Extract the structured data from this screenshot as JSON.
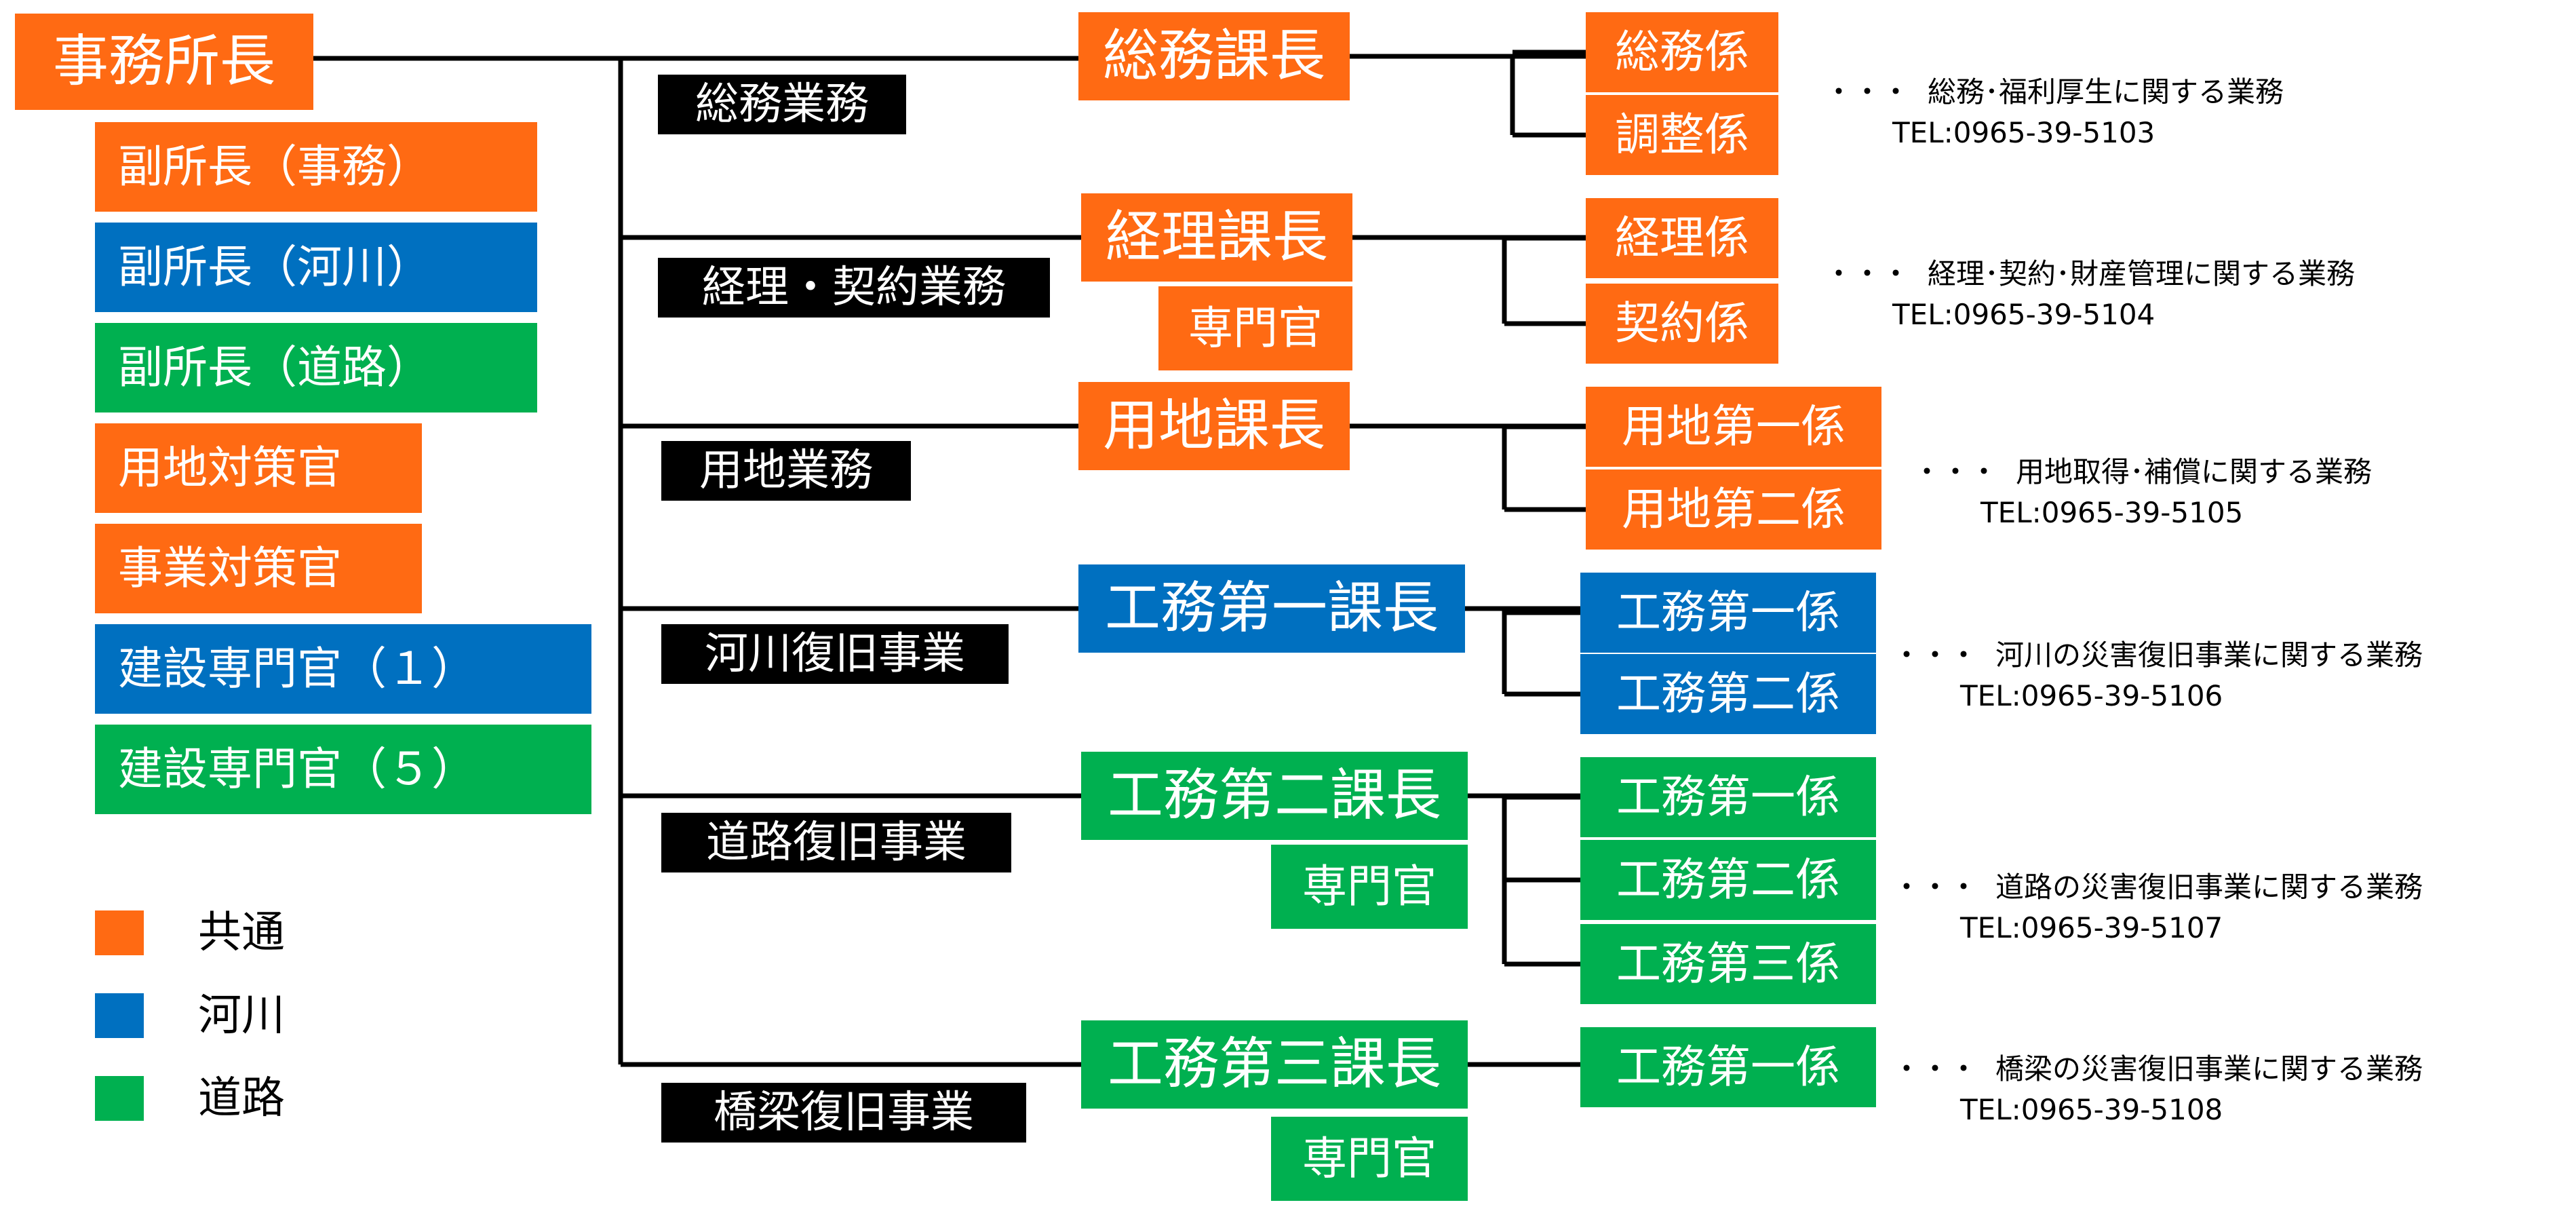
{
  "colors": {
    "common": "#ff6a13",
    "river": "#0070c0",
    "road": "#00b050",
    "business": "#000000"
  },
  "head": {
    "title": "事務所長"
  },
  "deputies": [
    {
      "label": "副所長（事務）",
      "color": "orange"
    },
    {
      "label": "副所長（河川）",
      "color": "blue"
    },
    {
      "label": "副所長（道路）",
      "color": "green"
    },
    {
      "label": "用地対策官",
      "color": "orange"
    },
    {
      "label": "事業対策官",
      "color": "orange"
    },
    {
      "label": "建設専門官（１）",
      "color": "blue"
    },
    {
      "label": "建設専門官（５）",
      "color": "green"
    }
  ],
  "legend": [
    {
      "label": "共通",
      "color": "orange"
    },
    {
      "label": "河川",
      "color": "blue"
    },
    {
      "label": "道路",
      "color": "green"
    }
  ],
  "departments": [
    {
      "business": "総務業務",
      "chief": "総務課長",
      "color": "orange",
      "specialist": null,
      "sections": [
        "総務係",
        "調整係"
      ],
      "note": {
        "dots": "・・・",
        "desc": "総務･福利厚生に関する業務",
        "tel": "TEL:0965-39-5103"
      }
    },
    {
      "business": "経理・契約業務",
      "chief": "経理課長",
      "color": "orange",
      "specialist": "専門官",
      "sections": [
        "経理係",
        "契約係"
      ],
      "note": {
        "dots": "・・・",
        "desc": "経理･契約･財産管理に関する業務",
        "tel": "TEL:0965-39-5104"
      }
    },
    {
      "business": "用地業務",
      "chief": "用地課長",
      "color": "orange",
      "specialist": null,
      "sections": [
        "用地第一係",
        "用地第二係"
      ],
      "note": {
        "dots": "・・・",
        "desc": "用地取得･補償に関する業務",
        "tel": "TEL:0965-39-5105"
      }
    },
    {
      "business": "河川復旧事業",
      "chief": "工務第一課長",
      "color": "blue",
      "specialist": null,
      "sections": [
        "工務第一係",
        "工務第二係"
      ],
      "note": {
        "dots": "・・・",
        "desc": "河川の災害復旧事業に関する業務",
        "tel": "TEL:0965-39-5106"
      }
    },
    {
      "business": "道路復旧事業",
      "chief": "工務第二課長",
      "color": "green",
      "specialist": "専門官",
      "sections": [
        "工務第一係",
        "工務第二係",
        "工務第三係"
      ],
      "note": {
        "dots": "・・・",
        "desc": "道路の災害復旧事業に関する業務",
        "tel": "TEL:0965-39-5107"
      }
    },
    {
      "business": "橋梁復旧事業",
      "chief": "工務第三課長",
      "color": "green",
      "specialist": "専門官",
      "sections": [
        "工務第一係"
      ],
      "note": {
        "dots": "・・・",
        "desc": "橋梁の災害復旧事業に関する業務",
        "tel": "TEL:0965-39-5108"
      }
    }
  ]
}
